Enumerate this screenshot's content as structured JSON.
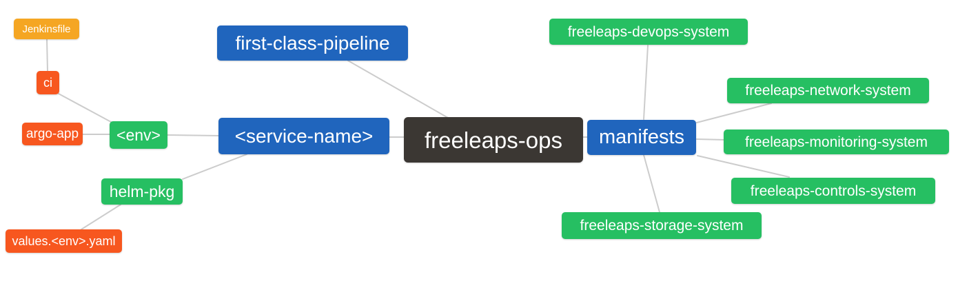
{
  "diagram": {
    "type": "mindmap",
    "root": "freeleaps-ops",
    "palette": {
      "branch_blue": "#2065bd",
      "leaf_green": "#26bf62",
      "leaf_red": "#f7571f",
      "leaf_orange": "#f5a623",
      "root_dark": "#3b3733",
      "edge_gray": "#cccccc",
      "background": "#ffffff",
      "text": "#ffffff"
    },
    "nodes": [
      {
        "id": "jenkinsfile",
        "label": "Jenkinsfile",
        "color": "orange"
      },
      {
        "id": "ci",
        "label": "ci",
        "color": "red"
      },
      {
        "id": "argo-app",
        "label": "argo-app",
        "color": "red"
      },
      {
        "id": "env",
        "label": "<env>",
        "color": "green"
      },
      {
        "id": "helm-pkg",
        "label": "helm-pkg",
        "color": "green"
      },
      {
        "id": "values-env-yaml",
        "label": "values.<env>.yaml",
        "color": "red"
      },
      {
        "id": "first-class-pipeline",
        "label": "first-class-pipeline",
        "color": "blue"
      },
      {
        "id": "service-name",
        "label": "<service-name>",
        "color": "blue"
      },
      {
        "id": "freeleaps-ops",
        "label": "freeleaps-ops",
        "color": "dark"
      },
      {
        "id": "manifests",
        "label": "manifests",
        "color": "blue"
      },
      {
        "id": "freeleaps-devops-system",
        "label": "freeleaps-devops-system",
        "color": "green"
      },
      {
        "id": "freeleaps-network-system",
        "label": "freeleaps-network-system",
        "color": "green"
      },
      {
        "id": "freeleaps-monitoring-system",
        "label": "freeleaps-monitoring-system",
        "color": "green"
      },
      {
        "id": "freeleaps-controls-system",
        "label": "freeleaps-controls-system",
        "color": "green"
      },
      {
        "id": "freeleaps-storage-system",
        "label": "freeleaps-storage-system",
        "color": "green"
      }
    ],
    "edges": [
      [
        "jenkinsfile",
        "ci"
      ],
      [
        "ci",
        "env"
      ],
      [
        "argo-app",
        "env"
      ],
      [
        "env",
        "service-name"
      ],
      [
        "helm-pkg",
        "service-name"
      ],
      [
        "values-env-yaml",
        "helm-pkg"
      ],
      [
        "first-class-pipeline",
        "freeleaps-ops"
      ],
      [
        "service-name",
        "freeleaps-ops"
      ],
      [
        "freeleaps-ops",
        "manifests"
      ],
      [
        "manifests",
        "freeleaps-devops-system"
      ],
      [
        "manifests",
        "freeleaps-network-system"
      ],
      [
        "manifests",
        "freeleaps-monitoring-system"
      ],
      [
        "manifests",
        "freeleaps-controls-system"
      ],
      [
        "manifests",
        "freeleaps-storage-system"
      ]
    ]
  }
}
